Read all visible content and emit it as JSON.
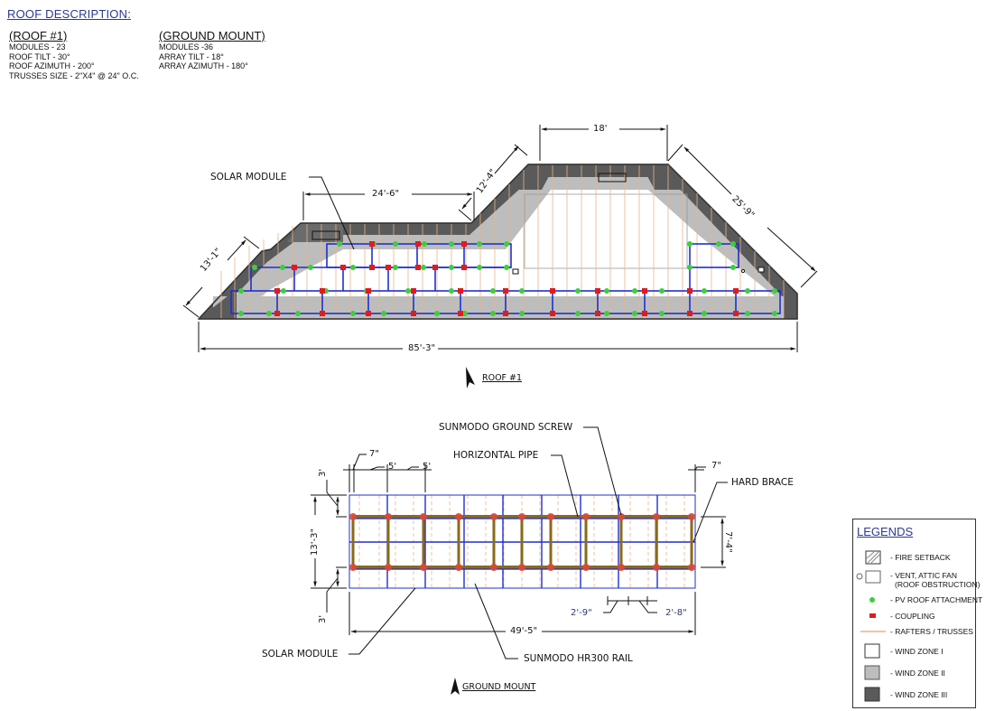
{
  "header": {
    "title": "ROOF DESCRIPTION:"
  },
  "roof1": {
    "title": "(ROOF #1)",
    "lines": [
      "MODULES - 23",
      "ROOF TILT - 30°",
      "ROOF AZIMUTH - 200°",
      "TRUSSES SIZE - 2\"X4\" @ 24\" O.C."
    ]
  },
  "ground_mount": {
    "title": "(GROUND MOUNT)",
    "lines": [
      "MODULES -36",
      "ARRAY TILT - 18°",
      "ARRAY AZIMUTH - 180°"
    ]
  },
  "roof_plan": {
    "caption": "ROOF #1",
    "labels": {
      "solar_module": "SOLAR MODULE"
    },
    "dimensions": {
      "width_total": "85'-3\"",
      "left_slope": "13'-1\"",
      "upper_left": "24'-6\"",
      "mid_slope": "12'-4\"",
      "top": "18'",
      "right_slope": "25'-9\""
    }
  },
  "ground_plan": {
    "caption": "GROUND MOUNT",
    "labels": {
      "ground_screw": "SUNMODO GROUND SCREW",
      "horizontal_pipe": "HORIZONTAL PIPE",
      "hard_brace": "HARD BRACE",
      "solar_module": "SOLAR MODULE",
      "rail": "SUNMODO HR300 RAIL"
    },
    "dimensions": {
      "left_offset": "7\"",
      "spacing_1": "5'",
      "spacing_2": "5'",
      "right_offset": "7\"",
      "top_overhang": "3'",
      "bottom_overhang": "3'",
      "height_total": "13'-3\"",
      "pipe_spacing": "7'-4\"",
      "width_total": "49'-5\"",
      "module_w1": "2'-9\"",
      "module_w2": "2'-8\""
    }
  },
  "legend": {
    "title": "LEGENDS",
    "items": [
      {
        "symbol": "hatched-square",
        "label": "- FIRE SETBACK"
      },
      {
        "symbol": "vent-circle-square",
        "label": "- VENT, ATTIC FAN",
        "label2": "(ROOF OBSTRUCTION)"
      },
      {
        "symbol": "green-dot",
        "label": "- PV ROOF ATTACHMENT"
      },
      {
        "symbol": "red-coupling",
        "label": "- COUPLING"
      },
      {
        "symbol": "orange-line",
        "label": "- RAFTERS / TRUSSES"
      },
      {
        "symbol": "white-square",
        "label": "- WIND ZONE  I"
      },
      {
        "symbol": "lightgray-square",
        "label": "- WIND ZONE  II"
      },
      {
        "symbol": "darkgray-square",
        "label": "- WIND ZONE  III"
      }
    ]
  },
  "colors": {
    "title_blue": "#2b3a8f",
    "rail_blue": "#1f2fd0",
    "attachment_green": "#3ccf3c",
    "coupling_red": "#e21b1b",
    "rafter_orange": "#e8b48a",
    "zone2_gray": "#bdbdbd",
    "zone3_gray": "#5a5a5a",
    "pipe_brown": "#8a6a1a",
    "screw_red": "#d94a3a"
  }
}
